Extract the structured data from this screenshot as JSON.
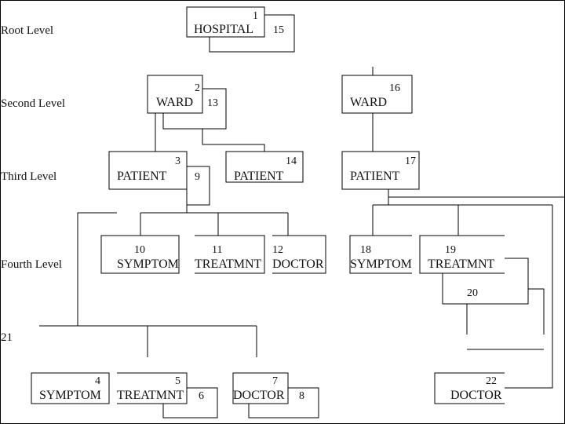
{
  "levels": {
    "root": "Root Level",
    "second": "Second Level",
    "third": "Third Level",
    "fourth": "Fourth Level",
    "twenty_one": "21"
  },
  "nodes": {
    "hospital": {
      "number": "1",
      "name": "HOSPITAL",
      "pointer": "15"
    },
    "ward_2": {
      "number": "2",
      "name": "WARD",
      "pointer": "13"
    },
    "ward_16": {
      "number": "16",
      "name": "WARD"
    },
    "patient_3": {
      "number": "3",
      "name": "PATIENT",
      "pointer": "9"
    },
    "patient_14": {
      "number": "14",
      "name": "PATIENT"
    },
    "patient_17": {
      "number": "17",
      "name": "PATIENT"
    },
    "symptom_10": {
      "number": "10",
      "name": "SYMPTOM"
    },
    "treatmnt_11": {
      "number": "11",
      "name": "TREATMNT"
    },
    "doctor_12": {
      "number": "12",
      "name": "DOCTOR"
    },
    "symptom_18": {
      "number": "18",
      "name": "SYMPTOM"
    },
    "treatmnt_19": {
      "number": "19",
      "name": "TREATMNT"
    },
    "pointer_20": {
      "number": "20"
    },
    "symptom_4": {
      "number": "4",
      "name": "SYMPTOM"
    },
    "treatmnt_5": {
      "number": "5",
      "name": "TREATMNT",
      "pointer": "6"
    },
    "doctor_7": {
      "number": "7",
      "name": "DOCTOR",
      "pointer": "8"
    },
    "doctor_22": {
      "number": "22",
      "name": "DOCTOR"
    }
  }
}
